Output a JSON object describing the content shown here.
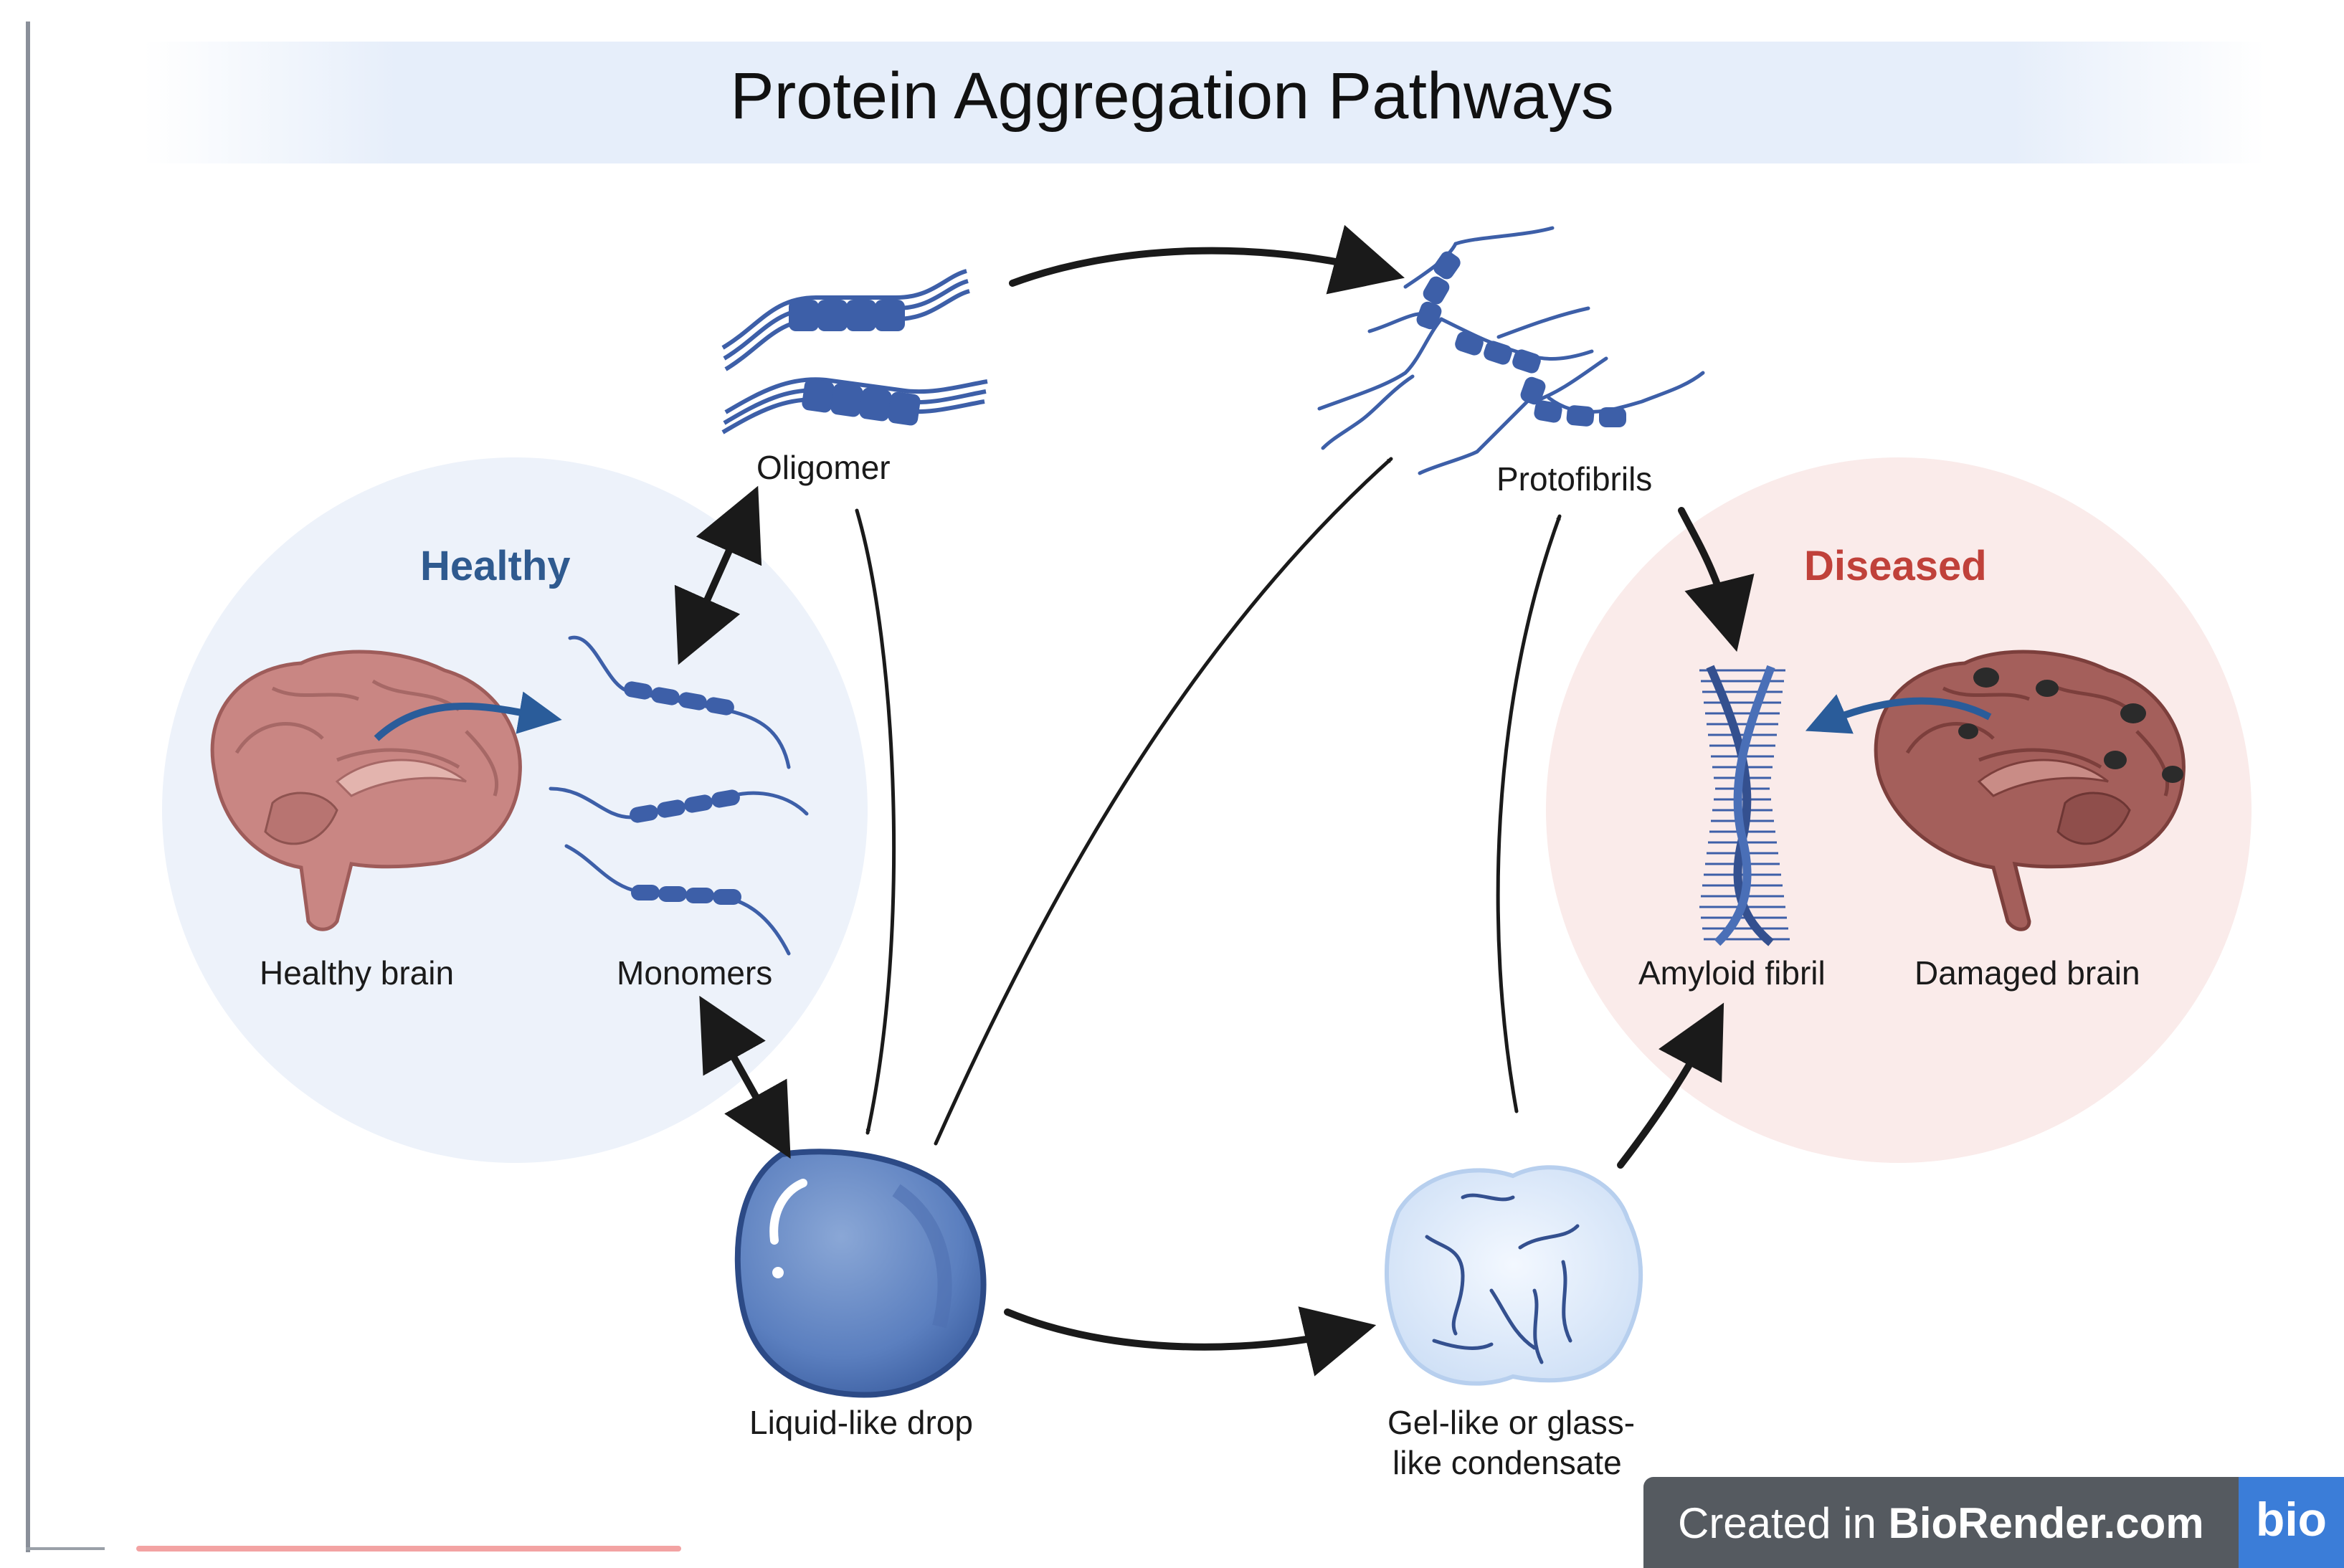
{
  "title": "Protein Aggregation Pathways",
  "zones": {
    "healthy": "Healthy",
    "diseased": "Diseased"
  },
  "labels": {
    "oligomer": "Oligomer",
    "protofibrils": "Protofibrils",
    "healthy_brain": "Healthy brain",
    "monomers": "Monomers",
    "amyloid_fibril": "Amyloid fibril",
    "damaged_brain": "Damaged brain",
    "liquid_drop": "Liquid-like drop",
    "gel_line1": "Gel-like or glass-",
    "gel_line2": "like condensate"
  },
  "badge": {
    "prefix": "Created in ",
    "brand": "BioRender.com",
    "logo": "bio"
  },
  "colors": {
    "healthy": "#2f5a8f",
    "diseased": "#c0413a",
    "protein": "#3d5fa8",
    "arrow": "#1a1a1a"
  }
}
